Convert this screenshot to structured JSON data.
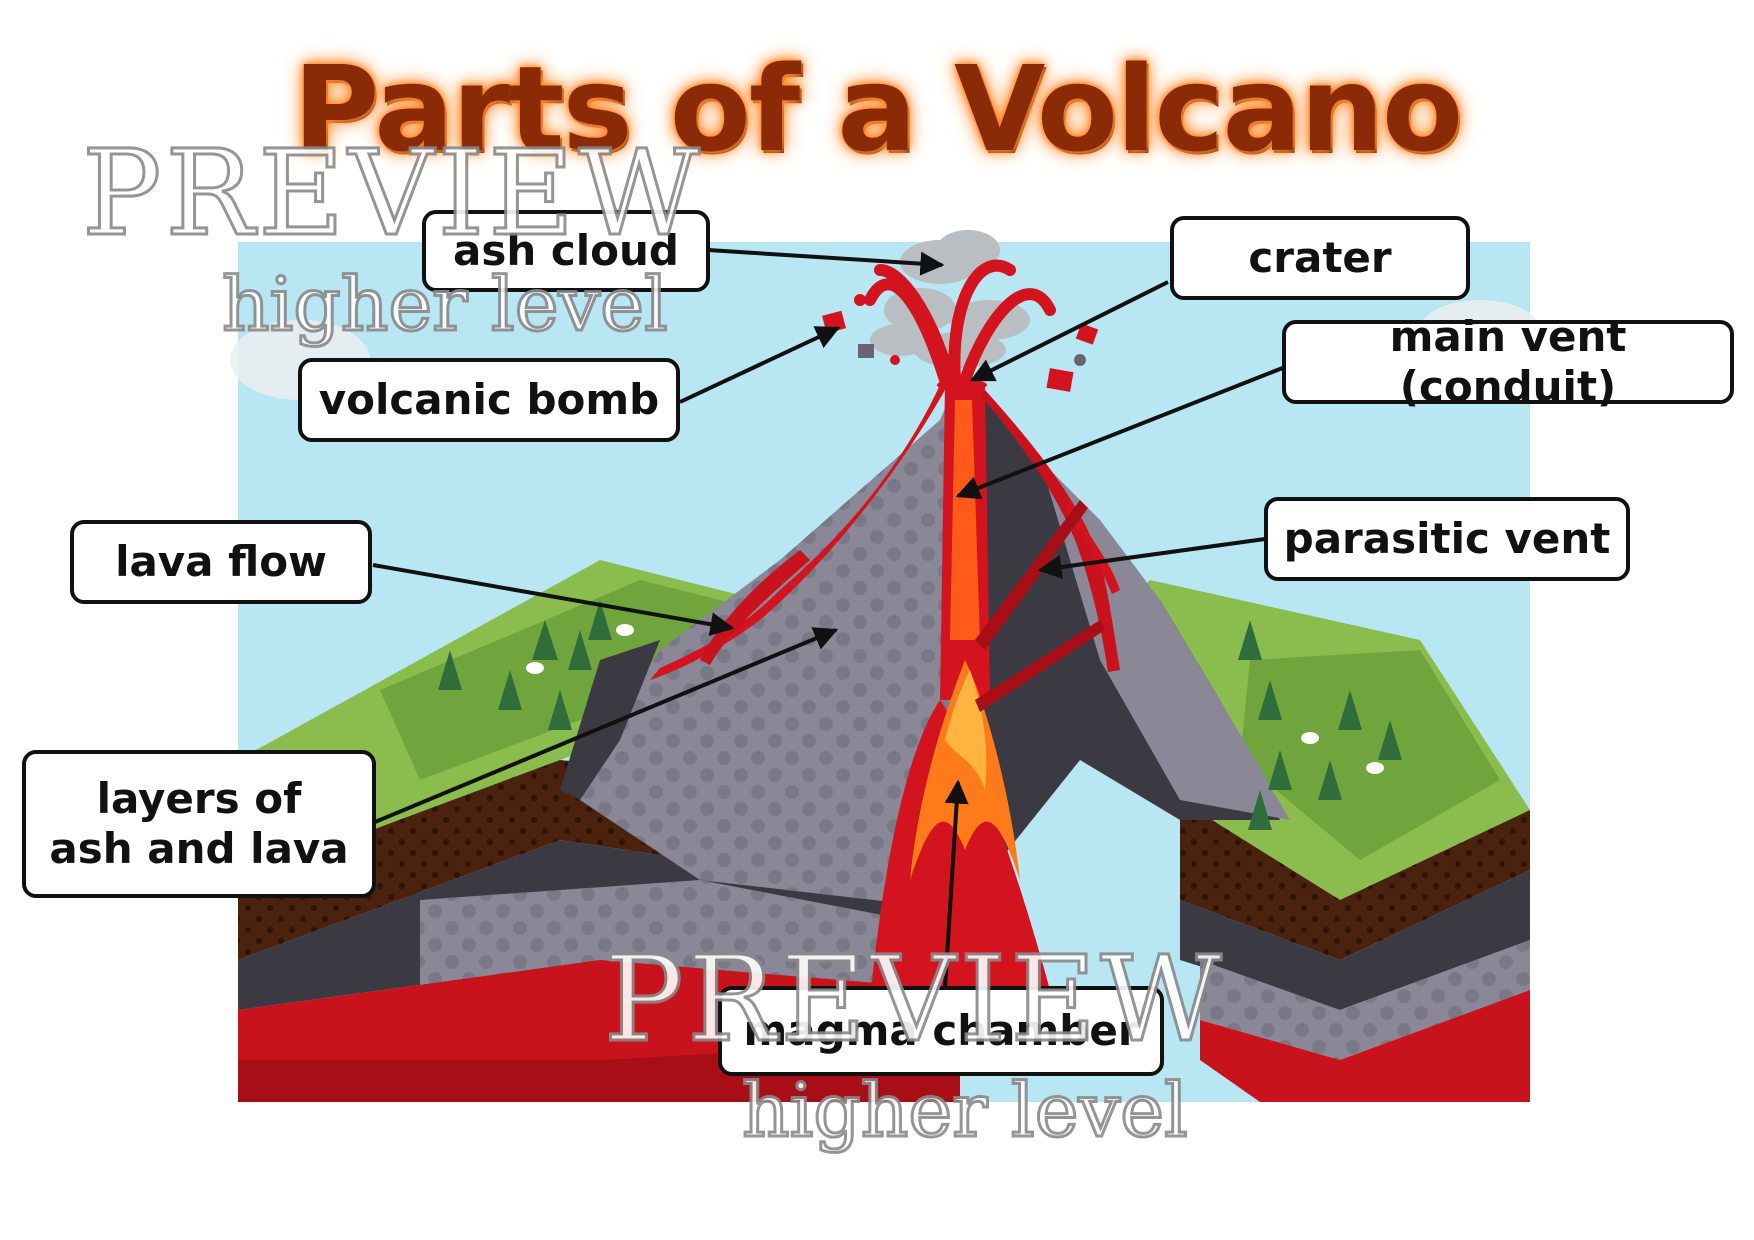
{
  "title": "Parts of a Volcano",
  "labels": {
    "ash_cloud": "ash cloud",
    "crater": "crater",
    "main_vent": "main vent (conduit)",
    "volcanic_bomb": "volcanic bomb",
    "lava_flow": "lava flow",
    "parasitic_vent": "parasitic vent",
    "layers": "layers of\nash and lava",
    "magma_chamber": "magma chamber"
  },
  "watermark": {
    "main": "PREVIEW",
    "sub": "higher level"
  },
  "colors": {
    "sky": "#b8e6f3",
    "grass": "#7fb54a",
    "rock": "#8a8796",
    "dark_rock": "#3b3a42",
    "lava": "#d3141e",
    "magma": "#ff7a1a",
    "soil": "#4a220e",
    "title": "#8a2a06"
  }
}
